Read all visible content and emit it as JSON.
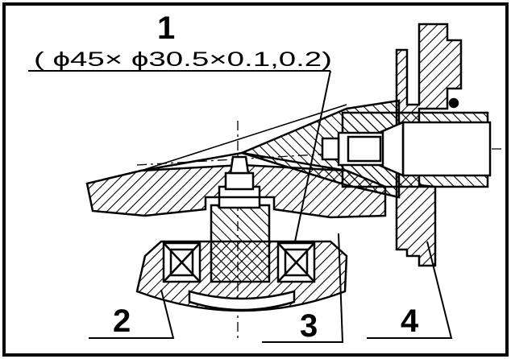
{
  "drawing": {
    "callouts": [
      {
        "id": "1",
        "text": "1"
      },
      {
        "id": "2",
        "text": "2"
      },
      {
        "id": "3",
        "text": "3"
      },
      {
        "id": "4",
        "text": "4"
      }
    ],
    "bearing_spec": "( ϕ45× ϕ30.5×0.1,0.2)"
  },
  "colors": {
    "ink": "#000000",
    "paper": "#ffffff"
  }
}
